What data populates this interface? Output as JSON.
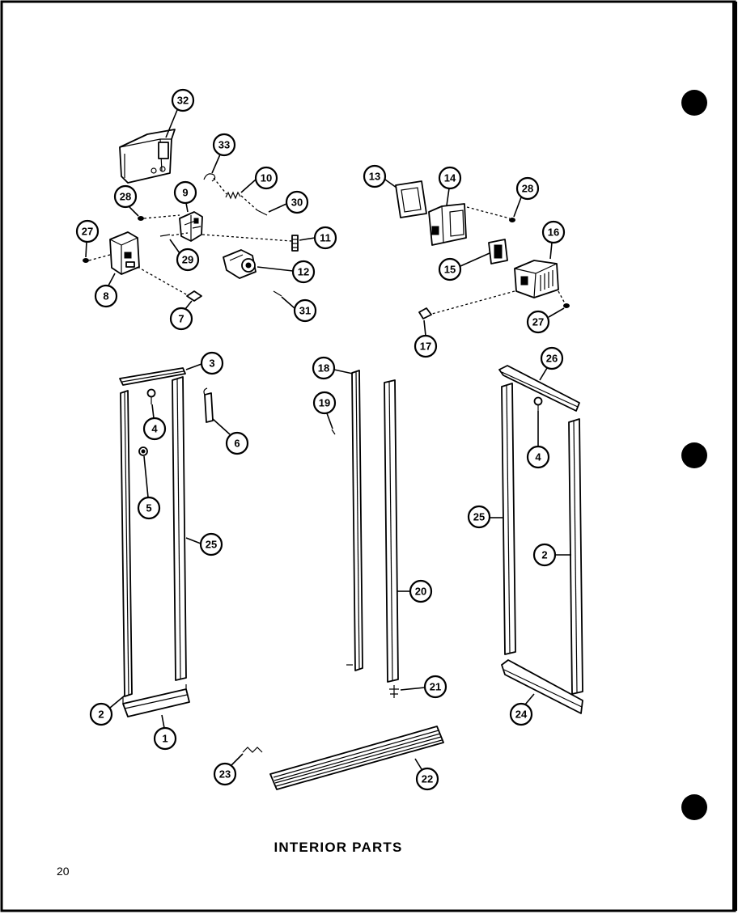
{
  "page": {
    "title": "INTERIOR PARTS",
    "page_number": "20"
  },
  "callouts": [
    "32",
    "33",
    "10",
    "30",
    "9",
    "28",
    "27",
    "29",
    "11",
    "12",
    "31",
    "7",
    "8",
    "13",
    "14",
    "28",
    "16",
    "15",
    "27",
    "17",
    "3",
    "4",
    "6",
    "5",
    "25",
    "2",
    "1",
    "18",
    "19",
    "20",
    "21",
    "22",
    "23",
    "26",
    "4",
    "25",
    "2",
    "24"
  ]
}
